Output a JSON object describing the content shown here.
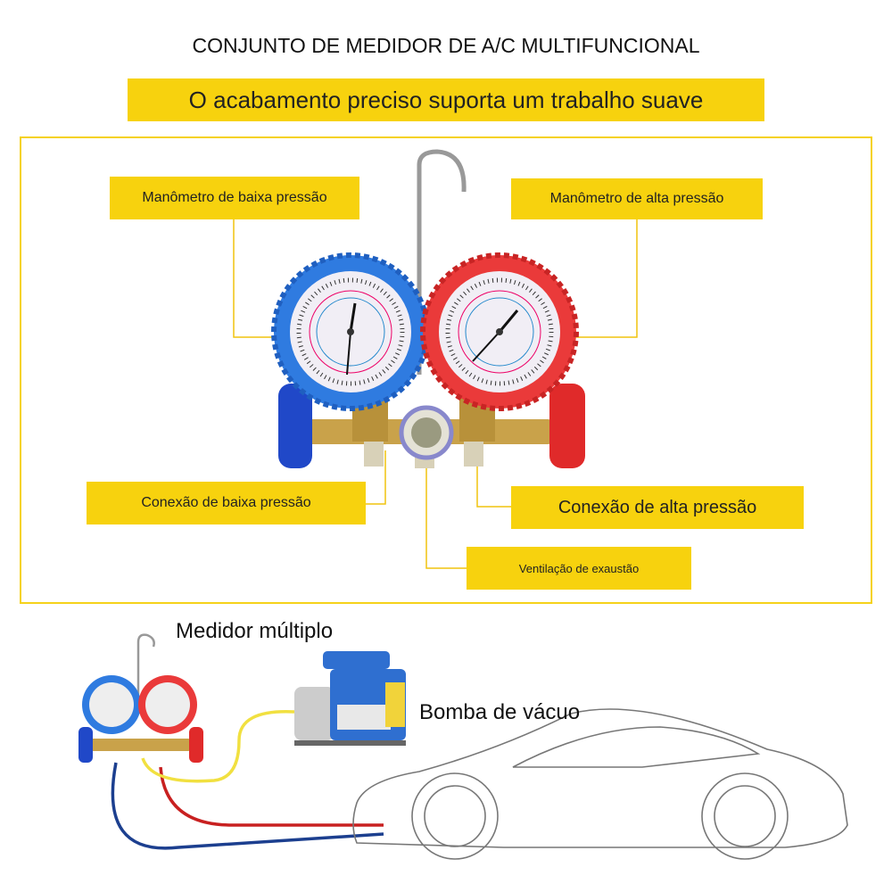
{
  "header": {
    "title": "CONJUNTO DE MEDIDOR DE A/C MULTIFUNCIONAL",
    "banner": "O acabamento preciso suporta um trabalho suave"
  },
  "labels": {
    "low_gauge": "Manômetro de baixa pressão",
    "high_gauge": "Manômetro de alta pressão",
    "low_connection": "Conexão de baixa pressão",
    "high_connection": "Conexão de alta pressão",
    "exhaust": "Ventilação de exaustão"
  },
  "bottom": {
    "manifold_label": "Medidor múltiplo",
    "pump_label": "Bomba de vácuo"
  },
  "colors": {
    "accent": "#f7d20e",
    "low": "#2a63d6",
    "high": "#e8333a"
  }
}
